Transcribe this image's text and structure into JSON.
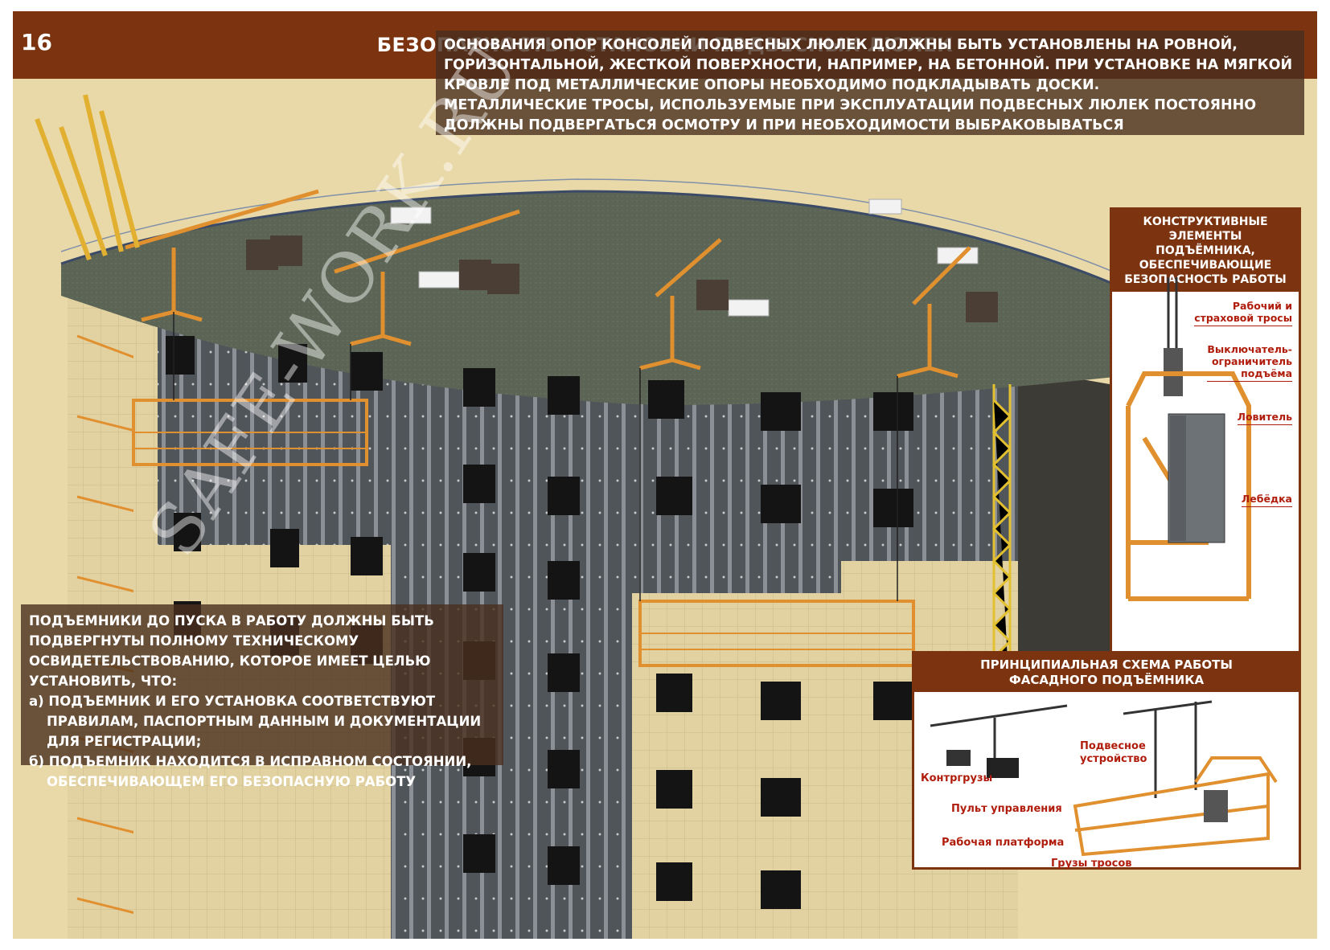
{
  "header": {
    "page_number": "16",
    "title": "БЕЗОПАСНОСТЬ УСТАНОВКИ ПОДВЕСНЫХ ЛЮЛЕК"
  },
  "top_notice": {
    "lines": [
      "ОСНОВАНИЯ ОПОР КОНСОЛЕЙ ПОДВЕСНЫХ ЛЮЛЕК ДОЛЖНЫ БЫТЬ УСТАНОВЛЕНЫ НА РОВНОЙ,",
      "ГОРИЗОНТАЛЬНОЙ, ЖЕСТКОЙ ПОВЕРХНОСТИ, НАПРИМЕР, НА БЕТОННОЙ. ПРИ УСТАНОВКЕ НА МЯГКОЙ",
      "КРОВЛЕ ПОД МЕТАЛЛИЧЕСКИЕ ОПОРЫ НЕОБХОДИМО ПОДКЛАДЫВАТЬ ДОСКИ.",
      "МЕТАЛЛИЧЕСКИЕ ТРОСЫ, ИСПОЛЬЗУЕМЫЕ ПРИ ЭКСПЛУАТАЦИИ ПОДВЕСНЫХ ЛЮЛЕК ПОСТОЯННО",
      "ДОЛЖНЫ  ПОДВЕРГАТЬСЯ ОСМОТРУ И ПРИ НЕОБХОДИМОСТИ ВЫБРАКОВЫВАТЬСЯ"
    ]
  },
  "bottom_notice": {
    "lines": [
      "ПОДЪЕМНИКИ ДО ПУСКА В РАБОТУ ДОЛЖНЫ БЫТЬ",
      "ПОДВЕРГНУТЫ ПОЛНОМУ ТЕХНИЧЕСКОМУ",
      "ОСВИДЕТЕЛЬСТВОВАНИЮ, КОТОРОЕ ИМЕЕТ ЦЕЛЬЮ",
      "УСТАНОВИТЬ, ЧТО:",
      "а) ПОДЪЕМНИК И ЕГО УСТАНОВКА СООТВЕТСТВУЮТ",
      "ПРАВИЛАМ, ПАСПОРТНЫМ ДАННЫМ И ДОКУМЕНТАЦИИ",
      "ДЛЯ РЕГИСТРАЦИИ;",
      "б) ПОДЪЕМНИК НАХОДИТСЯ  В ИСПРАВНОМ СОСТОЯНИИ,",
      "ОБЕСПЕЧИВАЮЩЕМ ЕГО БЕЗОПАСНУЮ РАБОТУ"
    ]
  },
  "elements_panel": {
    "title_lines": [
      "КОНСТРУКТИВНЫЕ ЭЛЕМЕНТЫ",
      "ПОДЪЁМНИКА,",
      "ОБЕСПЕЧИВАЮЩИЕ",
      "БЕЗОПАСНОСТЬ РАБОТЫ"
    ],
    "callouts": [
      [
        "Рабочий и",
        "страховой тросы"
      ],
      [
        "Выключатель-",
        "ограничитель",
        "подъёма"
      ],
      [
        "Ловитель"
      ],
      [
        "Лебёдка"
      ]
    ]
  },
  "scheme_panel": {
    "title_lines": [
      "ПРИНЦИПИАЛЬНАЯ СХЕМА РАБОТЫ",
      "ФАСАДНОГО ПОДЪЁМНИКА"
    ],
    "labels": {
      "suspension": [
        "Подвесное",
        "устройство"
      ],
      "counterweights": "Контргрузы",
      "control_panel": "Пульт управления",
      "platform": "Рабочая платформа",
      "rope_weights": "Грузы тросов"
    }
  },
  "watermark": "SAFE-WORK.RU",
  "colors": {
    "header_bg": "#7c3410",
    "poster_bg": "#ead9a8",
    "callout_red": "#b01d0c",
    "cradle_orange": "#e0902e",
    "roof": "#5e6657",
    "facade_gray": "#4f5358"
  }
}
